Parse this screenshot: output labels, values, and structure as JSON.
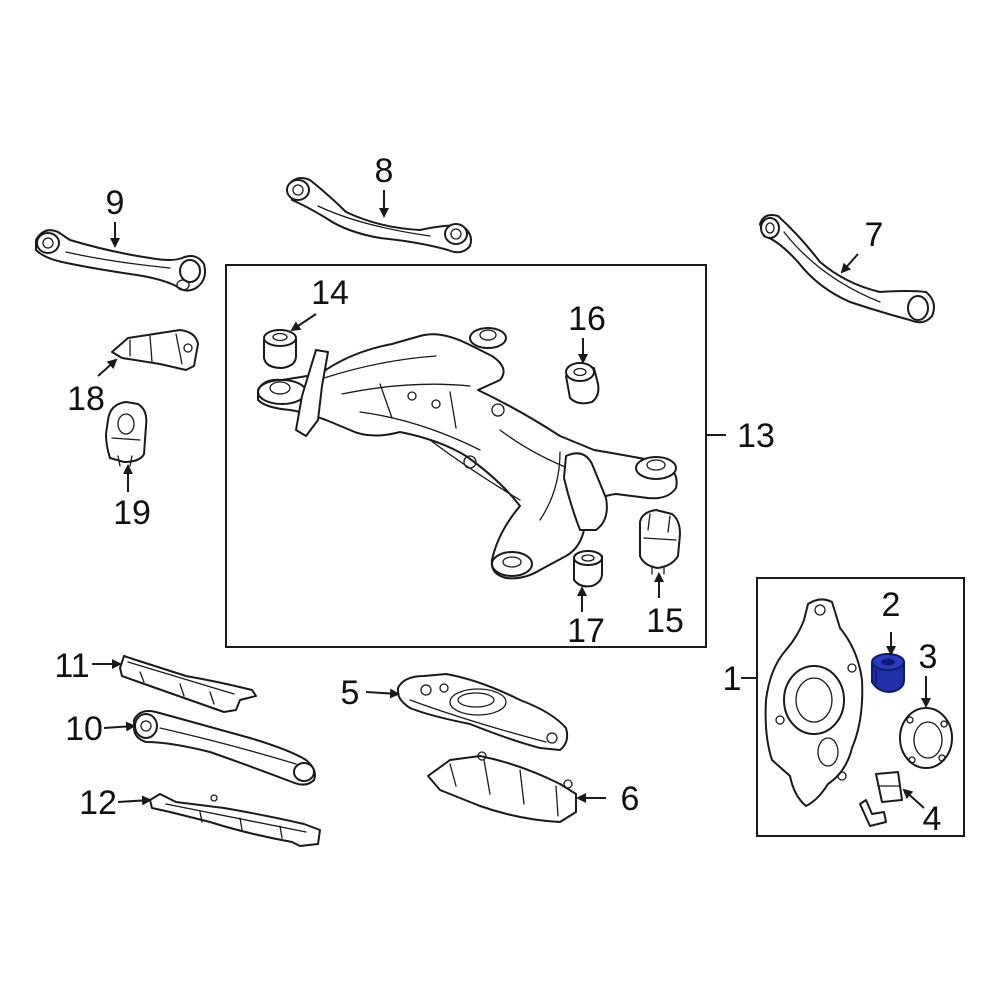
{
  "colors": {
    "line": "#1a1a1a",
    "highlight": "#1f2fa8",
    "highlight_shade": "#0d1a6e",
    "background": "#ffffff"
  },
  "callouts": {
    "c1": "1",
    "c2": "2",
    "c3": "3",
    "c4": "4",
    "c5": "5",
    "c6": "6",
    "c7": "7",
    "c8": "8",
    "c9": "9",
    "c10": "10",
    "c11": "11",
    "c12": "12",
    "c13": "13",
    "c14": "14",
    "c15": "15",
    "c16": "16",
    "c17": "17",
    "c18": "18",
    "c19": "19"
  },
  "highlighted_part": "2"
}
